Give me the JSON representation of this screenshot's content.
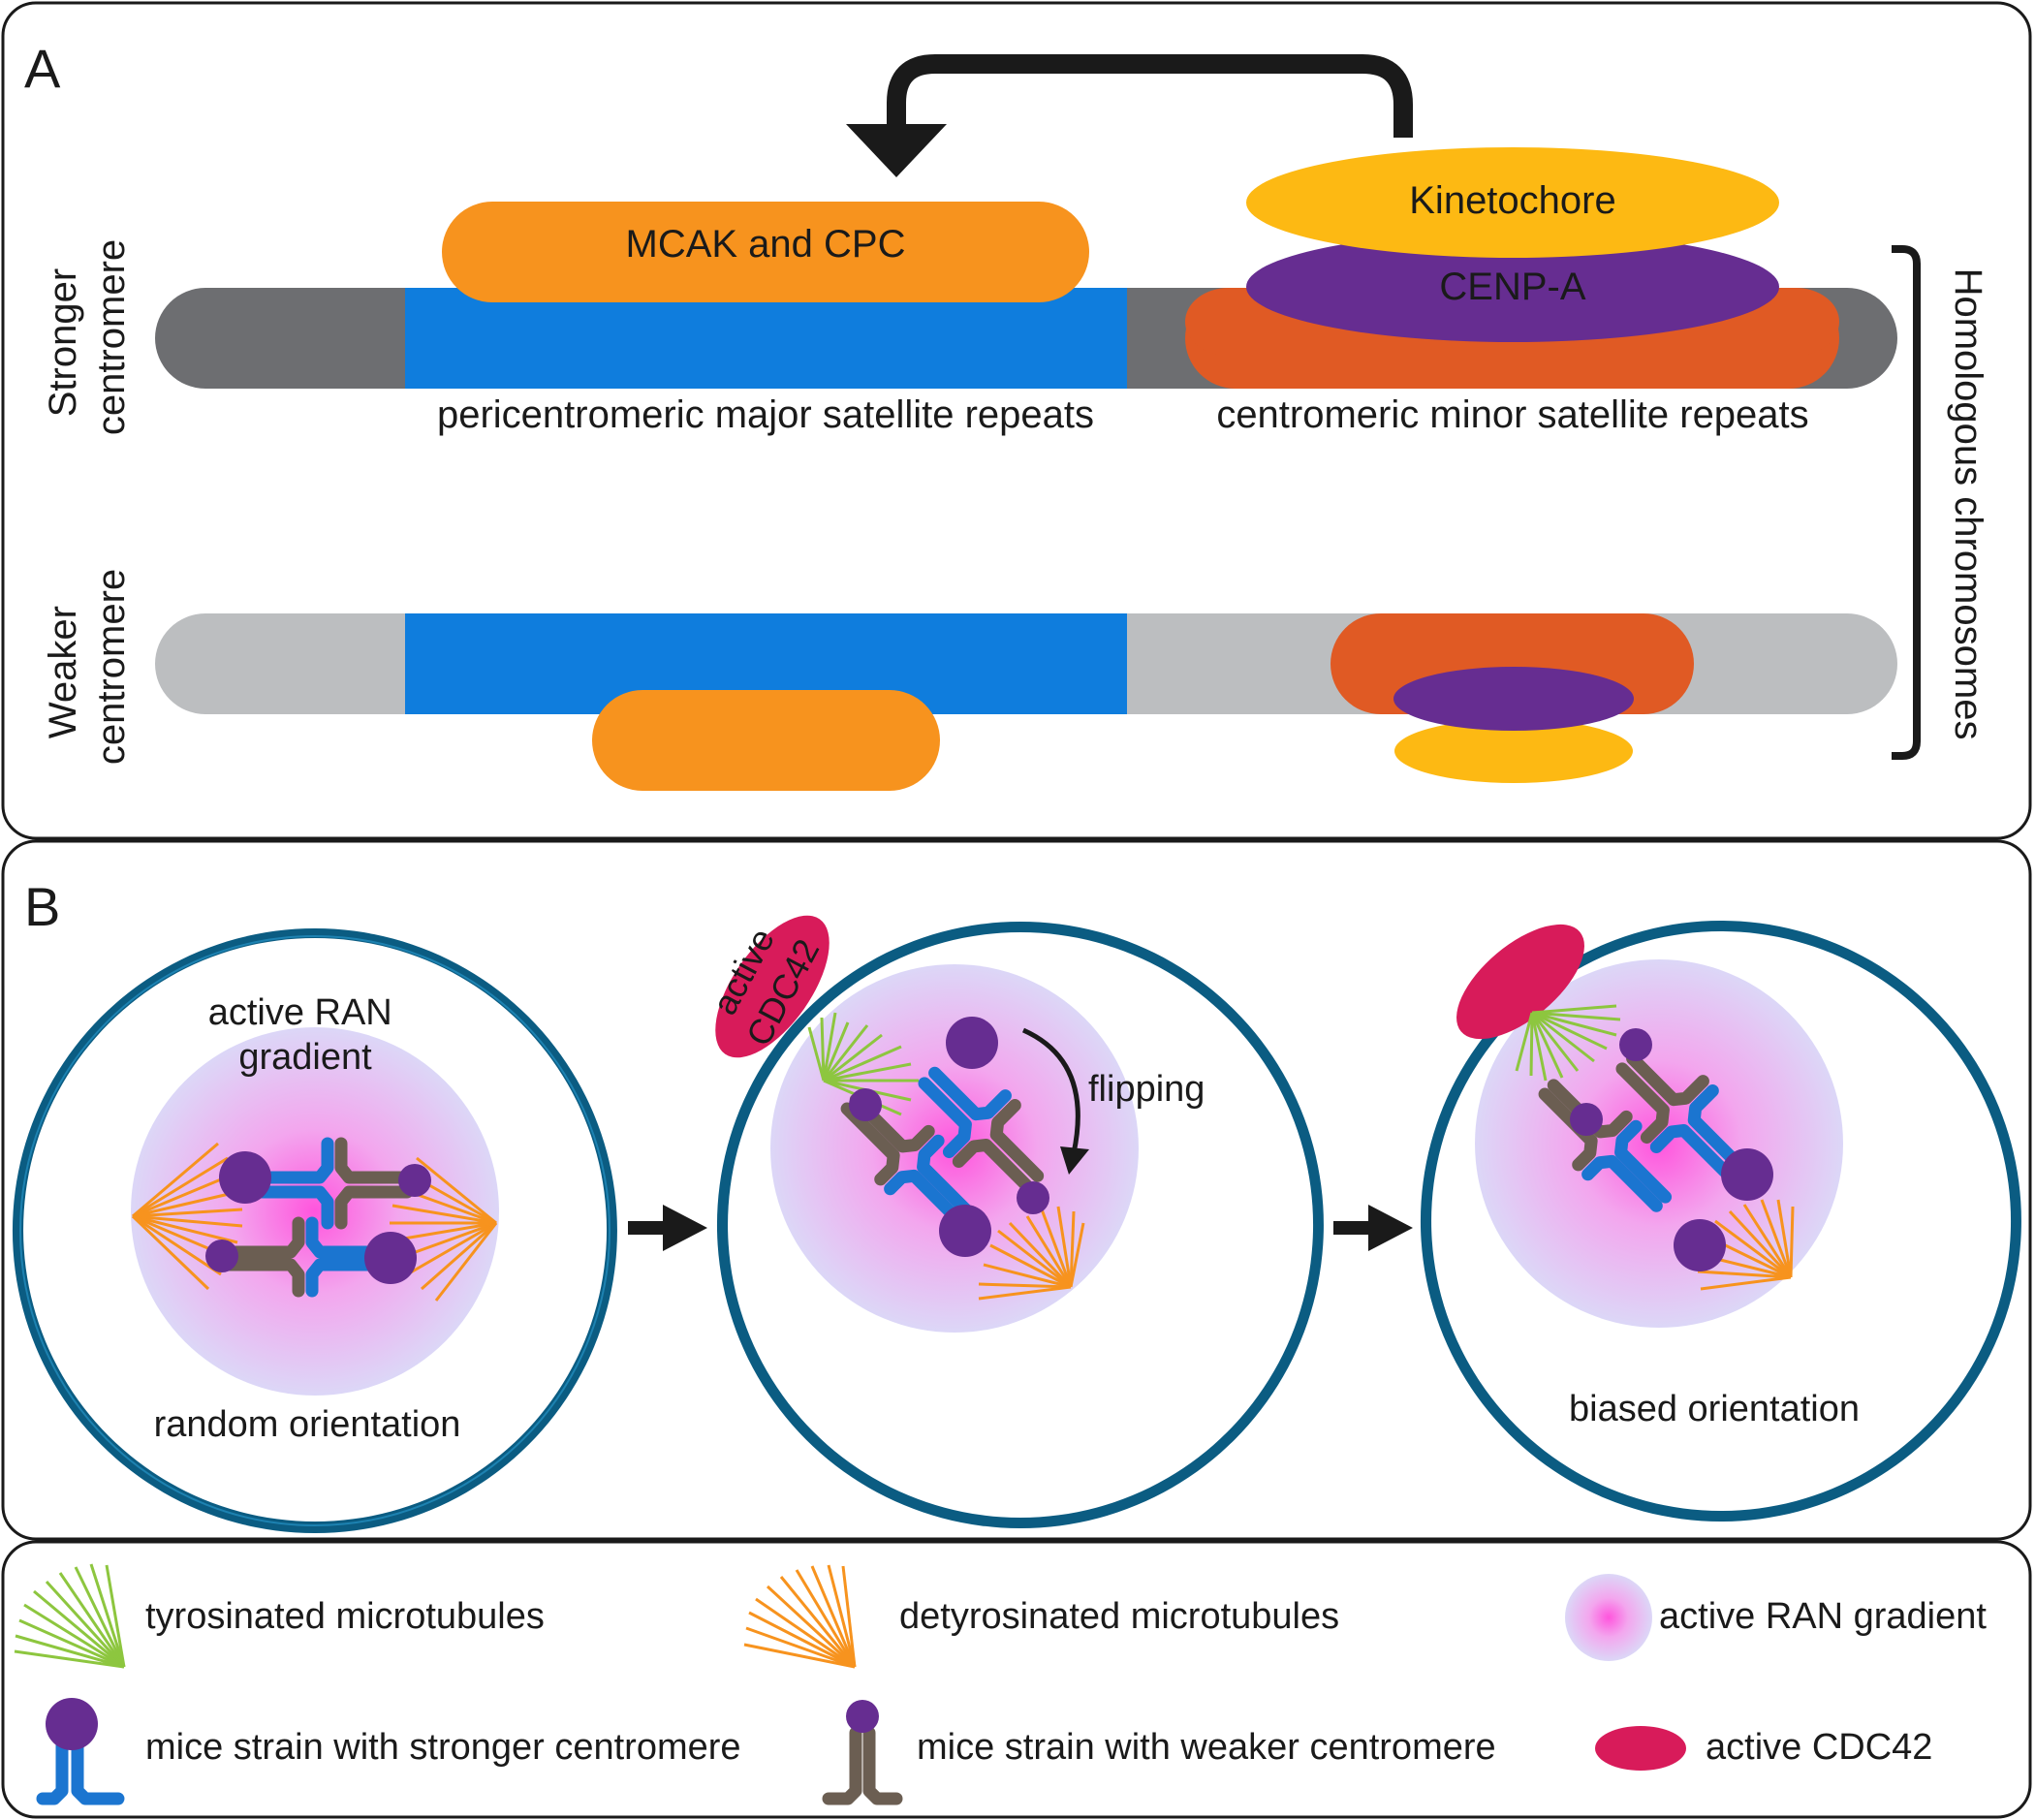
{
  "colors": {
    "panel_border": "#1a1a1a",
    "chromosome_dark": "#6d6e71",
    "chromosome_light": "#bcbec0",
    "major_satellite": "#0f7ddd",
    "mcak_cpc": "#f7931e",
    "minor_satellite": "#e05a24",
    "cenp_a": "#662d91",
    "kinetochore": "#fdb913",
    "cell_membrane": "#0b5c82",
    "cdc42": "#d81b5a",
    "ran_gradient_center": "#ff66dd",
    "ran_gradient_edge": "#d9d4f5",
    "tyrosinated_mt": "#8dc63f",
    "detyrosinated_mt": "#f7931e",
    "stronger_chromatid": "#1b75d0",
    "weaker_chromatid": "#6b5e52",
    "centromere_dot": "#662d91",
    "arrow": "#1a1a1a"
  },
  "panel_a": {
    "label": "A",
    "stronger_label": [
      "Stronger",
      "centromere"
    ],
    "weaker_label": [
      "Weaker",
      "centromere"
    ],
    "mcak_label": "MCAK and CPC",
    "kinetochore_label": "Kinetochore",
    "cenp_a_label": "CENP-A",
    "major_repeats_label": "pericentromeric major satellite repeats",
    "minor_repeats_label": "centromeric minor satellite repeats",
    "homologous_label": "Homologous chromosomes"
  },
  "panel_b": {
    "label": "B",
    "cell1_top_label": [
      "active RAN",
      "gradient"
    ],
    "cell1_bottom_label": "random orientation",
    "cdc42_label": [
      "active",
      "CDC42"
    ],
    "flipping_label": "flipping",
    "cell3_bottom_label": "biased orientation"
  },
  "legend": {
    "tyrosinated": "tyrosinated microtubules",
    "detyrosinated": "detyrosinated microtubules",
    "ran_gradient": "active RAN gradient",
    "stronger_strain": "mice strain with stronger centromere",
    "weaker_strain": "mice strain with weaker centromere",
    "cdc42": "active CDC42"
  }
}
